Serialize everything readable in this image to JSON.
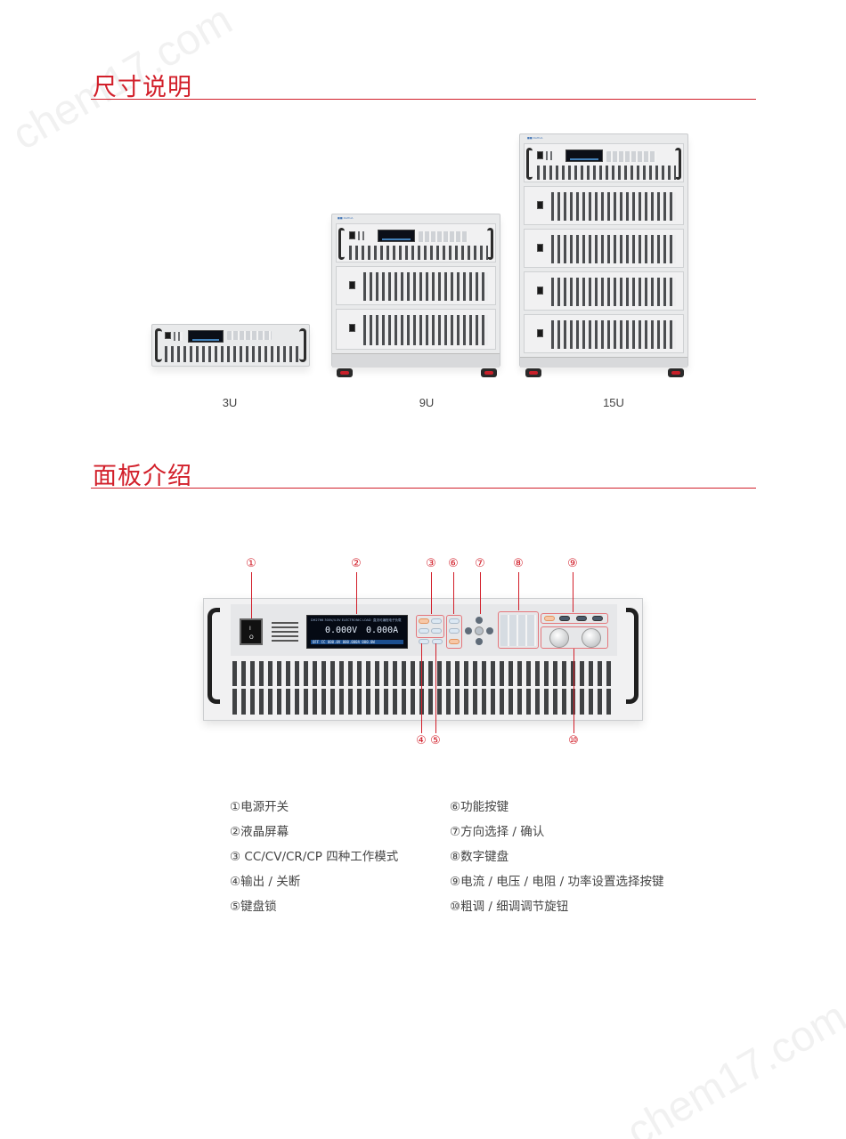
{
  "watermark": {
    "text": "chem17.com"
  },
  "sections": {
    "size": {
      "title": "尺寸说明"
    },
    "panel": {
      "title": "面板介绍"
    }
  },
  "sizes": [
    {
      "label": "3U"
    },
    {
      "label": "9U"
    },
    {
      "label": "15U"
    }
  ],
  "panel_display": {
    "header": "DH2766 300V/4.5V ELECTRONIC LOAD",
    "header_right": "直流可编程电子负载",
    "voltage": "0.000V",
    "current": "0.000A",
    "status": "OFF CC 000.0V 000.000A 000.0W"
  },
  "callouts": [
    {
      "mark": "①"
    },
    {
      "mark": "②"
    },
    {
      "mark": "③"
    },
    {
      "mark": "⑥"
    },
    {
      "mark": "⑦"
    },
    {
      "mark": "⑧"
    },
    {
      "mark": "⑨"
    },
    {
      "mark": "④"
    },
    {
      "mark": "⑤"
    },
    {
      "mark": "⑩"
    }
  ],
  "legend": {
    "left": [
      "①电源开关",
      "②液晶屏幕",
      "③ CC/CV/CR/CP 四种工作模式",
      "④输出 / 关断",
      "⑤键盘锁"
    ],
    "right": [
      "⑥功能按键",
      "⑦方向选择 / 确认",
      "⑧数字键盘",
      "⑨电流 / 电压 / 电阻 / 功率设置选择按键",
      "⑩粗调 / 细调调节旋钮"
    ]
  },
  "colors": {
    "accent": "#d21f2a",
    "lcd": "#050a14",
    "lcd_text": "#e8f2ff"
  }
}
